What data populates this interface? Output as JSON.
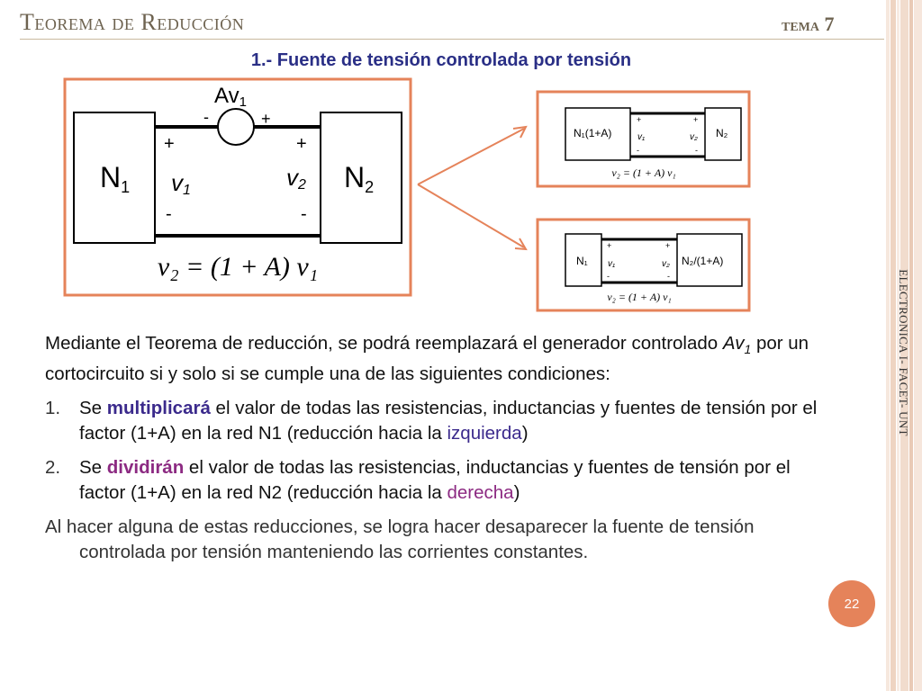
{
  "slide": {
    "title": "Teorema de Reducción",
    "topic_word": "tema",
    "topic_num": "7",
    "subtitle": "1.- Fuente de tensión controlada por tensión",
    "side_label": "ELECTRONICA I- FACET- UNT",
    "page_number": "22"
  },
  "main_circuit": {
    "source_label": "Av",
    "source_label_sub": "1",
    "source_minus": "-",
    "source_plus": "+",
    "left_box": "N",
    "left_box_sub": "1",
    "right_box": "N",
    "right_box_sub": "2",
    "v1": "v",
    "v1_sub": "1",
    "v2": "v",
    "v2_sub": "2",
    "plus": "+",
    "minus": "-",
    "equation": "v₂ = (1 + A) v₁"
  },
  "reduced_left": {
    "left_box": "N₁(1+A)",
    "right_box": "N₂",
    "v1": "v₁",
    "v2": "v₂",
    "plus": "+",
    "minus": "-",
    "equation": "v₂ = (1 + A) v₁"
  },
  "reduced_right": {
    "left_box": "N₁",
    "right_box": "N₂/(1+A)",
    "v1": "v₁",
    "v2": "v₂",
    "plus": "+",
    "minus": "-",
    "equation": "v₂ = (1 + A) v₁"
  },
  "body": {
    "intro_a": "Mediante el Teorema de reducción, se podrá reemplazará el generador controlado  ",
    "intro_av": "Av",
    "intro_av_sub": "1",
    "intro_b": " por un cortocircuito  si y solo si se cumple una de las siguientes condiciones:",
    "items": [
      {
        "num": "1.",
        "pre": "Se ",
        "bold": "multiplicará",
        "mid": " el valor de todas las resistencias, inductancias y fuentes de tensión por el factor (1+A) en la red N1 (reducción hacia la ",
        "dir": "izquierda",
        "post": ")"
      },
      {
        "num": "2.",
        "pre": "Se ",
        "bold": "dividirán",
        "mid": " el valor de todas las resistencias, inductancias y fuentes de tensión por el factor (1+A) en la red N2 (reducción hacia la ",
        "dir": "derecha",
        "post": ")"
      }
    ],
    "closing": "Al hacer alguna de estas reducciones, se logra hacer desaparecer la fuente de tensión controlada por tensión manteniendo las corrientes constantes."
  },
  "colors": {
    "frame": "#e5835a",
    "title": "#6e6350",
    "subtitle": "#2a2f86",
    "bold_blue": "#3b2a8c",
    "bold_purple": "#8c2a82",
    "stripe_light": "#f3e2d6",
    "stripe_mid": "#e8c8b2"
  }
}
